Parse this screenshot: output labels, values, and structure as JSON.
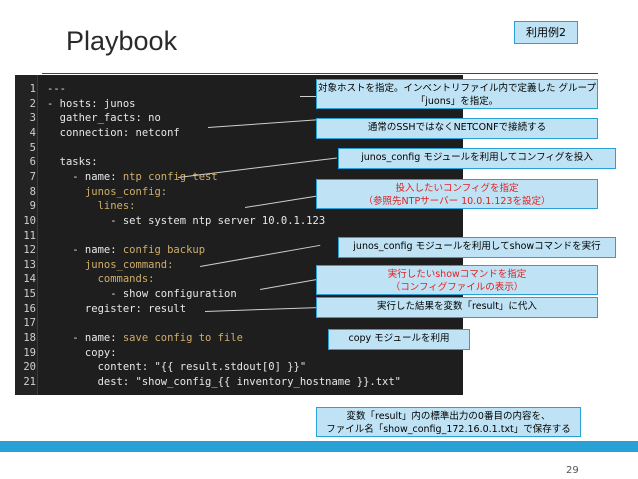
{
  "header": {
    "title": "Playbook",
    "tag": "利用例2"
  },
  "code": {
    "lines": [
      {
        "n": "1",
        "t": "---"
      },
      {
        "n": "2",
        "t": "- hosts: junos"
      },
      {
        "n": "3",
        "t": "  gather_facts: no"
      },
      {
        "n": "4",
        "t": "  connection: netconf"
      },
      {
        "n": "5",
        "t": ""
      },
      {
        "n": "6",
        "t": "  tasks:"
      },
      {
        "n": "7",
        "t": "    - name: ntp config test"
      },
      {
        "n": "8",
        "t": "      junos_config:"
      },
      {
        "n": "9",
        "t": "        lines:"
      },
      {
        "n": "10",
        "t": "          - set system ntp server 10.0.1.123"
      },
      {
        "n": "11",
        "t": ""
      },
      {
        "n": "12",
        "t": "    - name: config backup"
      },
      {
        "n": "13",
        "t": "      junos_command:"
      },
      {
        "n": "14",
        "t": "        commands:"
      },
      {
        "n": "15",
        "t": "          - show configuration"
      },
      {
        "n": "16",
        "t": "      register: result"
      },
      {
        "n": "17",
        "t": ""
      },
      {
        "n": "18",
        "t": "    - name: save config to file"
      },
      {
        "n": "19",
        "t": "      copy:"
      },
      {
        "n": "20",
        "t": "        content: \"{{ result.stdout[0] }}\""
      },
      {
        "n": "21",
        "t": "        dest: \"show_config_{{ inventory_hostname }}.txt\""
      }
    ]
  },
  "notes": {
    "n1": "対象ホストを指定。インベントリファイル内で定義した グループ「juons」を指定。",
    "n2": "通常のSSHではなくNETCONFで接続する",
    "n3": "junos_config モジュールを利用してコンフィグを投入",
    "n4a": "投入したいコンフィグを指定",
    "n4b": "（参照先NTPサーバー 10.0.1.123を設定）",
    "n5": "junos_config モジュールを利用してshowコマンドを実行",
    "n6a": "実行したいshowコマンドを指定",
    "n6b": "（コンフィグファイルの表示）",
    "n7": "実行した結果を変数「result」に代入",
    "n8": "copy モジュールを利用",
    "n9a": "変数「result」内の標準出力の0番目の内容を、",
    "n9b": "ファイル名「show_config_172.16.0.1.txt」で保存する"
  },
  "footer": {
    "page": "29"
  }
}
